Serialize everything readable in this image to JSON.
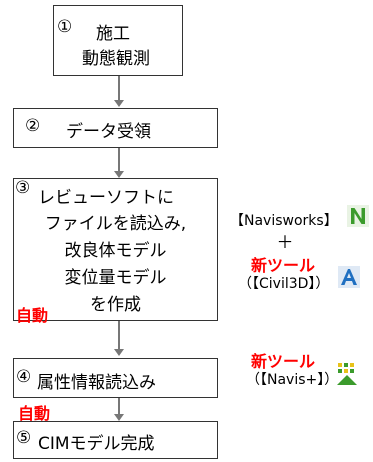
{
  "steps": {
    "s1": {
      "num": "①",
      "line1": "施工",
      "line2": "動態観測"
    },
    "s2": {
      "num": "②",
      "text": "データ受領"
    },
    "s3": {
      "num": "③",
      "lines": [
        "レビューソフトに",
        "ファイルを読込み,",
        "改良体モデル",
        "変位量モデル",
        "を作成"
      ],
      "auto": "自動"
    },
    "s4": {
      "num": "④",
      "text": "属性情報読込み",
      "auto": "自動"
    },
    "s5": {
      "num": "⑤",
      "text": "CIMモデル完成"
    }
  },
  "tools": {
    "navisworks": "【Navisworks】",
    "plus": "＋",
    "new_tool_1": "新ツール",
    "civil3d": "（【Civil3D】）",
    "new_tool_2": "新ツール",
    "navis_plus": "（【Navis+】）"
  },
  "colors": {
    "accent_red": "#ff0000",
    "navis_green": "#3b9b2c",
    "civil_blue": "#1f6fc1"
  },
  "icons": [
    "navisworks-icon",
    "civil3d-icon",
    "navis-plus-icon"
  ]
}
